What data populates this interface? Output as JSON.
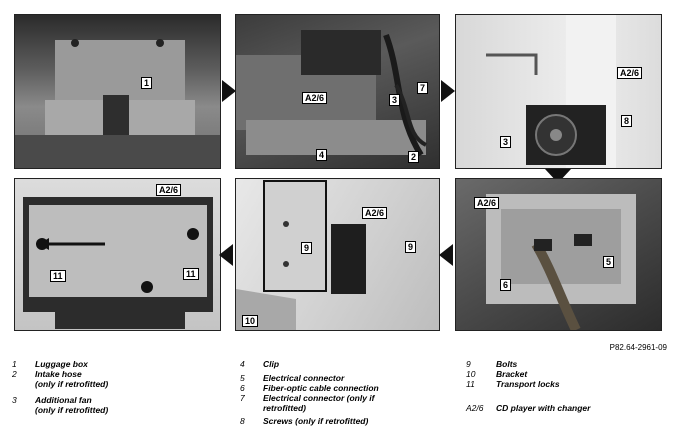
{
  "reference_code": "P82.64-2961-09",
  "callouts": {
    "p1_1": "1",
    "p2_a26": "A2/6",
    "p2_3": "3",
    "p2_7": "7",
    "p2_4": "4",
    "p2_2": "2",
    "p3_a26": "A2/6",
    "p3_3": "3",
    "p3_8": "8",
    "p4_a26": "A2/6",
    "p4_6": "6",
    "p4_5": "5",
    "p5_a26": "A2/6",
    "p5_9a": "9",
    "p5_9b": "9",
    "p5_10": "10",
    "p6_a26": "A2/6",
    "p6_11a": "11",
    "p6_11b": "11"
  },
  "legend": {
    "col1": [
      {
        "num": "1",
        "text": "Luggage box",
        "sub": ""
      },
      {
        "num": "2",
        "text": "Intake hose",
        "sub": "(only if retrofitted)"
      },
      {
        "num": "3",
        "text": "Additional fan",
        "sub": "(only if retrofitted)"
      }
    ],
    "col2": [
      {
        "num": "4",
        "text": "Clip",
        "sub": ""
      },
      {
        "num": "5",
        "text": "Electrical connector",
        "sub": ""
      },
      {
        "num": "6",
        "text": "Fiber-optic cable connection",
        "sub": ""
      },
      {
        "num": "7",
        "text": "Electrical connector (only if",
        "sub": "retrofitted)"
      },
      {
        "num": "8",
        "text": "Screws (only if retrofitted)",
        "sub": ""
      }
    ],
    "col3": [
      {
        "num": "9",
        "text": "Bolts",
        "sub": ""
      },
      {
        "num": "10",
        "text": "Bracket",
        "sub": ""
      },
      {
        "num": "11",
        "text": "Transport locks",
        "sub": ""
      },
      {
        "num": "A2/6",
        "text": "CD player with changer",
        "sub": ""
      }
    ]
  },
  "colors": {
    "arrow": "#111111",
    "photo_dark": "#3a3a3a",
    "photo_light": "#cfcfcf"
  }
}
